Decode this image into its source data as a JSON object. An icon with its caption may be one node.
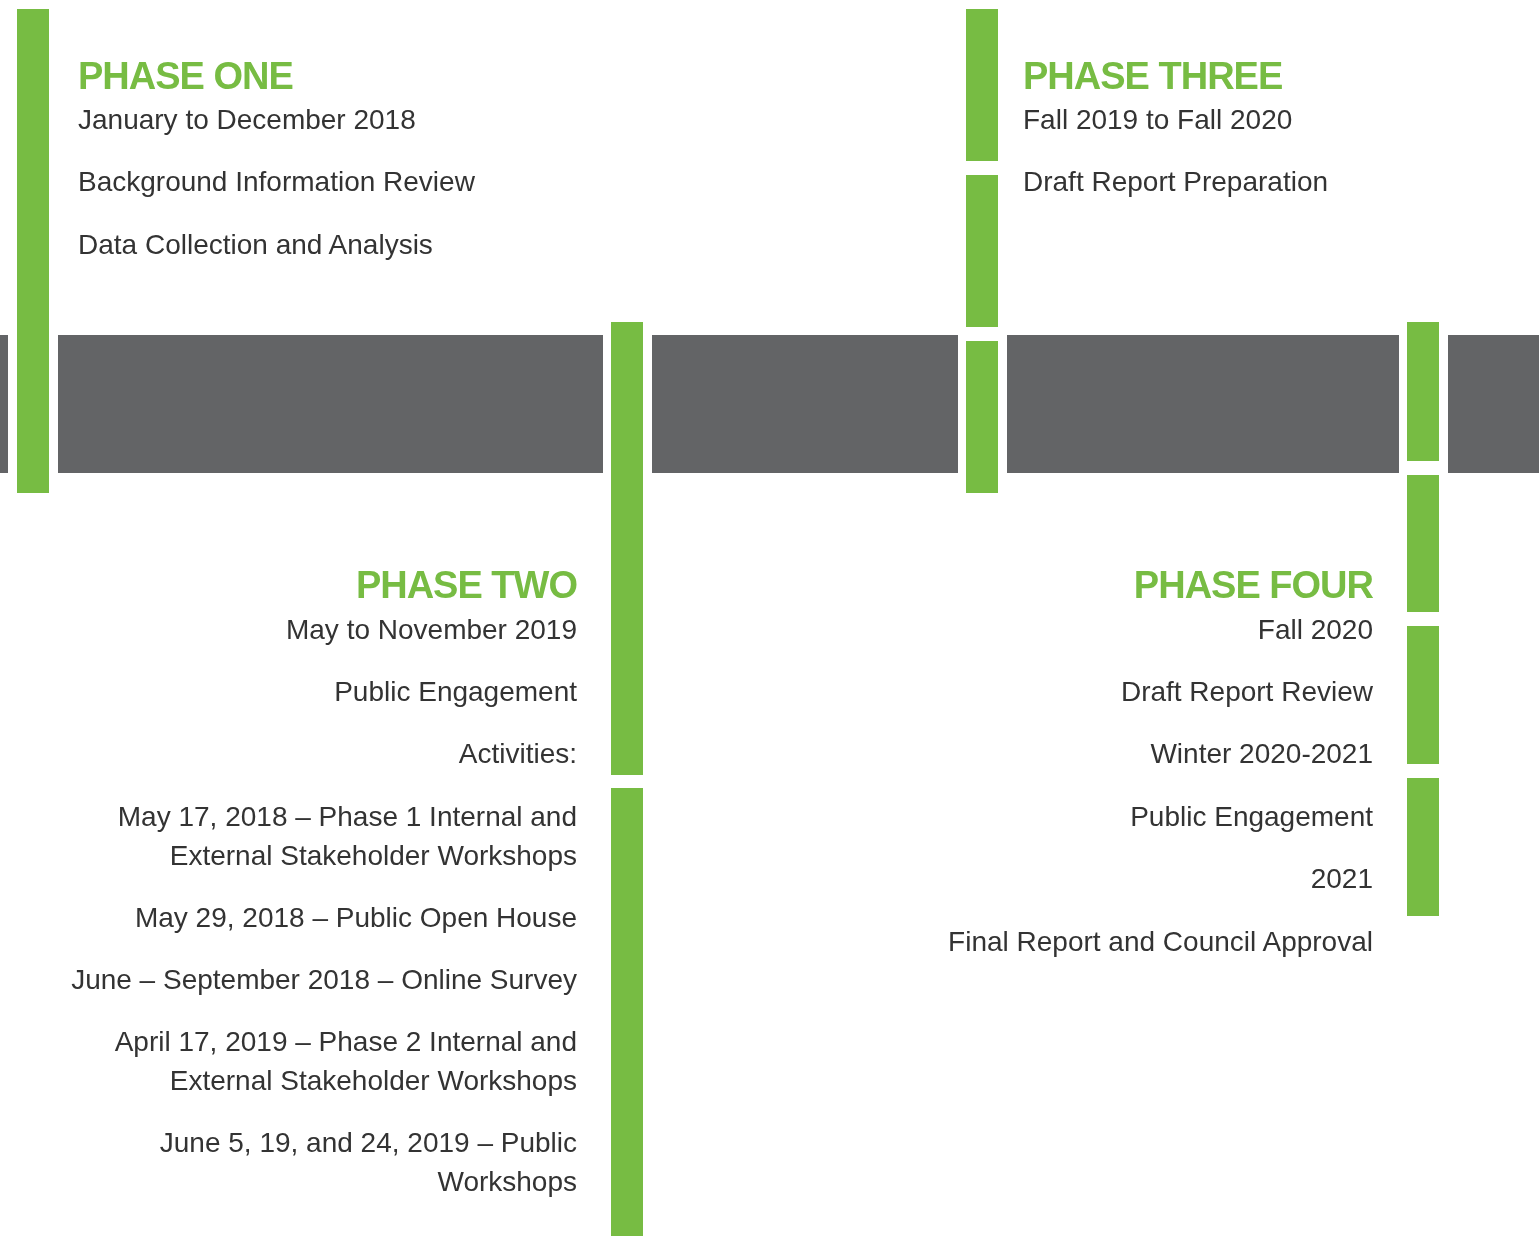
{
  "diagram": {
    "labels": [
      "PHASE ONE",
      "January to December 2018",
      "Background Information Review",
      "Data Collection and Analysis",
      "PHASE THREE",
      "Fall 2019 to Fall 2020",
      "Draft Report Preparation",
      "PHASE TWO",
      "May to November 2019",
      "Public Engagement",
      "Activities:",
      "May 17, 2018 – Phase 1 Internal and External Stakeholder Workshops",
      "May 29, 2018 – Public Open House",
      "June – September 2018 – Online Survey",
      "April 17, 2019 – Phase 2 Internal and External Stakeholder Workshops",
      "June 5, 19, and 24, 2019 – Public Workshops",
      "PHASE FOUR",
      "Fall 2020",
      "Draft Report Review",
      "Winter 2020-2021",
      "Public Engagement",
      "2021",
      "Final Report and Council Approval"
    ]
  }
}
